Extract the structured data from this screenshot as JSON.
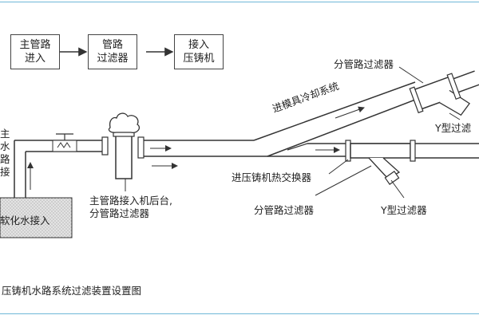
{
  "flow": {
    "box1": "主管路\n进入",
    "box2": "管路\n过滤器",
    "box3": "接入\n压铸机"
  },
  "labels": {
    "branch_filter_top": "分管路过滤器",
    "mold_cooling": "进模具冷却系统",
    "y_filter_right": "Y型过滤",
    "heat_exchanger": "进压铸机热交换器",
    "main_pipe_note": "主管路接入机后台,\n分管路过滤器",
    "branch_filter_bottom": "分管路过滤器",
    "y_filter_bottom": "Y型过滤器",
    "soft_water": "软化水接入",
    "left_vertical": "主水路接"
  },
  "caption": "压铸机水路系统过滤装置设置图",
  "colors": {
    "stroke": "#333333",
    "accent_line": "#6fb7d8",
    "ground": "#cfcfcf"
  }
}
